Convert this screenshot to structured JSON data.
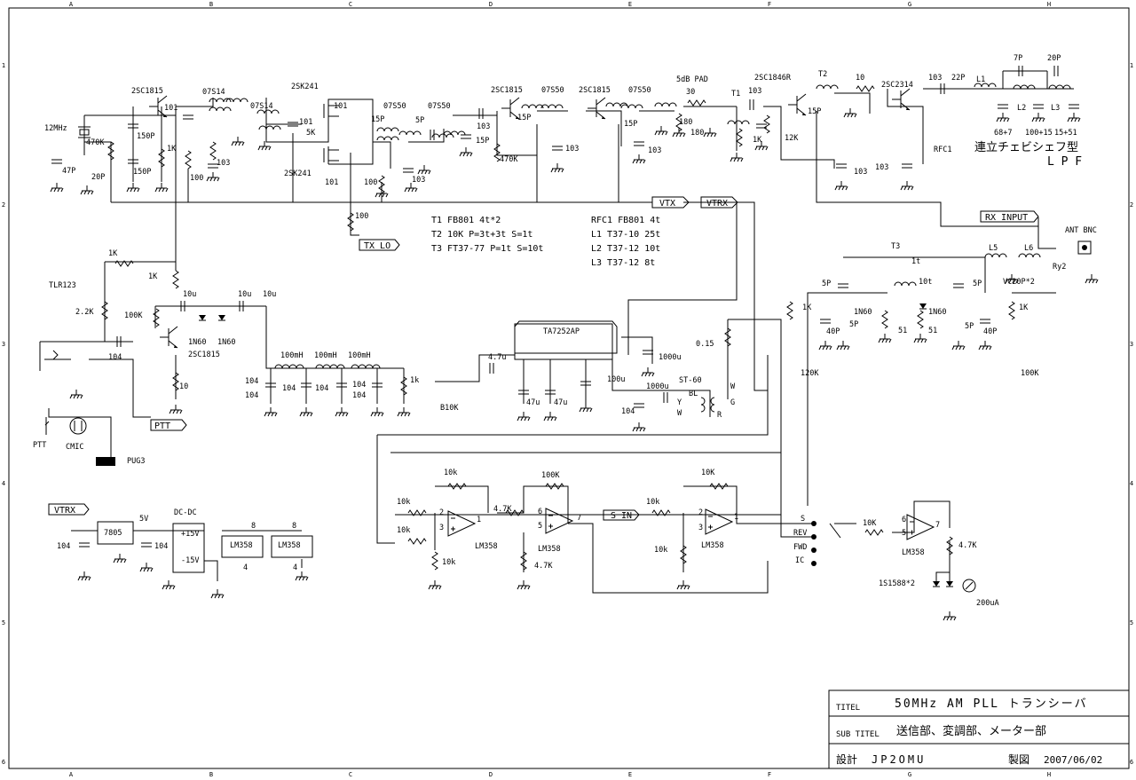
{
  "border": {
    "cols": [
      "A",
      "B",
      "C",
      "D",
      "E",
      "F",
      "G",
      "H"
    ],
    "rows": [
      "1",
      "2",
      "3",
      "4",
      "5",
      "6"
    ]
  },
  "title_block": {
    "title_label": "TITEL",
    "title": "50MHz AM PLL トランシーバ",
    "subtitle_label": "SUB TITEL",
    "subtitle": "送信部、変調部、メーター部",
    "design_label": "設計",
    "designer": "JP2OMU",
    "drawn_label": "製図",
    "date": "2007/06/02"
  },
  "nets": {
    "vtx": "VTX",
    "vtrx": "VTRX",
    "vtrx2": "VTRX",
    "tx_lo": "TX LO",
    "ptt": "PTT",
    "rx_input": "RX INPUT",
    "s_in": "S IN"
  },
  "coil_table": [
    {
      "name": "T1",
      "spec": "FB801 4t*2"
    },
    {
      "name": "T2",
      "spec": "10K  P=3t+3t  S=1t"
    },
    {
      "name": "T3",
      "spec": "FT37-77    P=1t S=10t"
    },
    {
      "name": "RFC1",
      "spec": "FB801 4t"
    },
    {
      "name": "L1",
      "spec": "T37-10 25t"
    },
    {
      "name": "L2",
      "spec": "T37-12  10t"
    },
    {
      "name": "L3",
      "spec": "T37-12  8t"
    }
  ],
  "lpf_note": [
    "連立チェビシェフ型",
    "L P F"
  ],
  "labels": [
    {
      "id": "xtal",
      "t": "12MHz"
    },
    {
      "id": "q1",
      "t": "2SC1815"
    },
    {
      "id": "t_0751a",
      "t": "07S14"
    },
    {
      "id": "t_0751b",
      "t": "07S14"
    },
    {
      "id": "q2",
      "t": "2SK241"
    },
    {
      "id": "q2b",
      "t": "2SK241"
    },
    {
      "id": "t_0750a",
      "t": "07S50"
    },
    {
      "id": "t_0750b",
      "t": "07S50"
    },
    {
      "id": "q3",
      "t": "2SC1815"
    },
    {
      "id": "t_0750c",
      "t": "07S50"
    },
    {
      "id": "q4",
      "t": "2SC1815"
    },
    {
      "id": "t_0750d",
      "t": "07S50"
    },
    {
      "id": "pad",
      "t": "5dB PAD"
    },
    {
      "id": "q5",
      "t": "2SC1846R"
    },
    {
      "id": "t2lbl",
      "t": "T2"
    },
    {
      "id": "q6",
      "t": "2SC2314"
    },
    {
      "id": "l1lbl",
      "t": "L1"
    },
    {
      "id": "c7p",
      "t": "7P"
    },
    {
      "id": "c20p",
      "t": "20P"
    },
    {
      "id": "r470k",
      "t": "470K"
    },
    {
      "id": "c20pa",
      "t": "20P"
    },
    {
      "id": "c47p",
      "t": "47P"
    },
    {
      "id": "c101a",
      "t": "101"
    },
    {
      "id": "c150a",
      "t": "150P"
    },
    {
      "id": "c150b",
      "t": "150P"
    },
    {
      "id": "r1ka",
      "t": "1K"
    },
    {
      "id": "r100a",
      "t": "100"
    },
    {
      "id": "c103a",
      "t": "103"
    },
    {
      "id": "c101b",
      "t": "101"
    },
    {
      "id": "c101c",
      "t": "101"
    },
    {
      "id": "r5k",
      "t": "5K"
    },
    {
      "id": "c101d",
      "t": "101"
    },
    {
      "id": "c15pa",
      "t": "15P"
    },
    {
      "id": "c5p",
      "t": "5P"
    },
    {
      "id": "r100b",
      "t": "100"
    },
    {
      "id": "c103b",
      "t": "103"
    },
    {
      "id": "r100c",
      "t": "100"
    },
    {
      "id": "c103c",
      "t": "103"
    },
    {
      "id": "c15pb",
      "t": "15P"
    },
    {
      "id": "r470kb",
      "t": "470K"
    },
    {
      "id": "c15pc",
      "t": "15P"
    },
    {
      "id": "c103d",
      "t": "103"
    },
    {
      "id": "c15pd",
      "t": "15P"
    },
    {
      "id": "c103e",
      "t": "103"
    },
    {
      "id": "r30",
      "t": "30"
    },
    {
      "id": "r180a",
      "t": "180"
    },
    {
      "id": "r180b",
      "t": "180"
    },
    {
      "id": "t1lbl",
      "t": "T1"
    },
    {
      "id": "c103f",
      "t": "103"
    },
    {
      "id": "r1kb",
      "t": "1K"
    },
    {
      "id": "r12k",
      "t": "12K"
    },
    {
      "id": "c15pe",
      "t": "15P"
    },
    {
      "id": "c103g",
      "t": "103"
    },
    {
      "id": "r10",
      "t": "10"
    },
    {
      "id": "c103h",
      "t": "103"
    },
    {
      "id": "c103i",
      "t": "103"
    },
    {
      "id": "c22p",
      "t": "22P"
    },
    {
      "id": "rfc1",
      "t": "RFC1"
    },
    {
      "id": "l2lbl",
      "t": "L2"
    },
    {
      "id": "l3lbl",
      "t": "L3"
    },
    {
      "id": "c68",
      "t": "68+7"
    },
    {
      "id": "c100",
      "t": "100+15"
    },
    {
      "id": "c15",
      "t": "15+51"
    },
    {
      "id": "tlr",
      "t": "TLR123"
    },
    {
      "id": "r1kc",
      "t": "1K"
    },
    {
      "id": "r1kd",
      "t": "1K"
    },
    {
      "id": "r22k",
      "t": "2.2K"
    },
    {
      "id": "r100k",
      "t": "100K"
    },
    {
      "id": "c10ua",
      "t": "10u"
    },
    {
      "id": "c10ub",
      "t": "10u"
    },
    {
      "id": "c10uc",
      "t": "10u"
    },
    {
      "id": "d1n60a",
      "t": "1N60"
    },
    {
      "id": "d1n60b",
      "t": "1N60"
    },
    {
      "id": "q7",
      "t": "2SC1815"
    },
    {
      "id": "c104a",
      "t": "104"
    },
    {
      "id": "r10b",
      "t": "10"
    },
    {
      "id": "ptt",
      "t": "PTT"
    },
    {
      "id": "cmic",
      "t": "CMIC"
    },
    {
      "id": "plug",
      "t": "PUG3"
    },
    {
      "id": "l100a",
      "t": "100mH"
    },
    {
      "id": "l100b",
      "t": "100mH"
    },
    {
      "id": "l100c",
      "t": "100mH"
    },
    {
      "id": "c104b",
      "t": "104"
    },
    {
      "id": "c104c",
      "t": "104"
    },
    {
      "id": "c104d",
      "t": "104"
    },
    {
      "id": "c104e",
      "t": "104"
    },
    {
      "id": "c104f",
      "t": "104"
    },
    {
      "id": "c104g",
      "t": "104"
    },
    {
      "id": "r1ke",
      "t": "1k"
    },
    {
      "id": "vr10k",
      "t": "B10K"
    },
    {
      "id": "c47u",
      "t": "4.7u"
    },
    {
      "id": "ta",
      "t": "TA7252AP"
    },
    {
      "id": "c47ua",
      "t": "47u"
    },
    {
      "id": "c47ub",
      "t": "47u"
    },
    {
      "id": "c100u",
      "t": "100u"
    },
    {
      "id": "c1000ua",
      "t": "1000u"
    },
    {
      "id": "c1000ub",
      "t": "1000u"
    },
    {
      "id": "c104h",
      "t": "104"
    },
    {
      "id": "r015",
      "t": "0.15"
    },
    {
      "id": "st60",
      "t": "ST-60"
    },
    {
      "id": "wB",
      "t": "BL"
    },
    {
      "id": "wY",
      "t": "Y"
    },
    {
      "id": "wW1",
      "t": "W"
    },
    {
      "id": "wW2",
      "t": "W"
    },
    {
      "id": "wG",
      "t": "G"
    },
    {
      "id": "wR",
      "t": "R"
    },
    {
      "id": "rxant",
      "t": "ANT BNC"
    },
    {
      "id": "ry2",
      "t": "Ry2"
    },
    {
      "id": "t3lbl",
      "t": "T3"
    },
    {
      "id": "l5",
      "t": "L5"
    },
    {
      "id": "l6",
      "t": "L6"
    },
    {
      "id": "vc20",
      "t": "VC20P*2"
    },
    {
      "id": "c1t",
      "t": "1t"
    },
    {
      "id": "c10t",
      "t": "10t"
    },
    {
      "id": "c5pa",
      "t": "5P"
    },
    {
      "id": "c5pb",
      "t": "5P"
    },
    {
      "id": "c5pc",
      "t": "5P"
    },
    {
      "id": "c5pd",
      "t": "5P"
    },
    {
      "id": "c40pa",
      "t": "40P"
    },
    {
      "id": "c40pb",
      "t": "40P"
    },
    {
      "id": "d1n60c",
      "t": "1N60"
    },
    {
      "id": "d1n60d",
      "t": "1N60"
    },
    {
      "id": "r51a",
      "t": "51"
    },
    {
      "id": "r51b",
      "t": "51"
    },
    {
      "id": "r1kf",
      "t": "1K"
    },
    {
      "id": "r1kg",
      "t": "1K"
    },
    {
      "id": "r120k",
      "t": "120K"
    },
    {
      "id": "r100kb",
      "t": "100K"
    },
    {
      "id": "r10ka",
      "t": "10k"
    },
    {
      "id": "r10kb",
      "t": "10k"
    },
    {
      "id": "r10kc",
      "t": "10k"
    },
    {
      "id": "r10kd",
      "t": "10k"
    },
    {
      "id": "r47ka",
      "t": "4.7K"
    },
    {
      "id": "r100kc",
      "t": "100K"
    },
    {
      "id": "r47kb",
      "t": "4.7K"
    },
    {
      "id": "lm1",
      "t": "LM358"
    },
    {
      "id": "lm2",
      "t": "LM358"
    },
    {
      "id": "r10ke",
      "t": "10k"
    },
    {
      "id": "r10kf",
      "t": "10K"
    },
    {
      "id": "r10kg",
      "t": "10k"
    },
    {
      "id": "lm3",
      "t": "LM358"
    },
    {
      "id": "swS",
      "t": "S"
    },
    {
      "id": "swREV",
      "t": "REV"
    },
    {
      "id": "swFWD",
      "t": "FWD"
    },
    {
      "id": "swIC",
      "t": "IC"
    },
    {
      "id": "r10kh",
      "t": "10K"
    },
    {
      "id": "lm4",
      "t": "LM358"
    },
    {
      "id": "r47kc",
      "t": "4.7K"
    },
    {
      "id": "d1s1588",
      "t": "1S1588*2"
    },
    {
      "id": "m200",
      "t": "200uA"
    },
    {
      "id": "c104i",
      "t": "104"
    },
    {
      "id": "reg",
      "t": "7805"
    },
    {
      "id": "v5",
      "t": "5V"
    },
    {
      "id": "c104j",
      "t": "104"
    },
    {
      "id": "dcdc",
      "t": "DC-DC"
    },
    {
      "id": "p15",
      "t": "+15V"
    },
    {
      "id": "m15",
      "t": "-15V"
    },
    {
      "id": "lm5",
      "t": "LM358"
    },
    {
      "id": "lm6",
      "t": "LM358"
    },
    {
      "id": "pin8a",
      "t": "8"
    },
    {
      "id": "pin8b",
      "t": "8"
    },
    {
      "id": "pin4a",
      "t": "4"
    },
    {
      "id": "pin4b",
      "t": "4"
    },
    {
      "id": "op1p1",
      "t": "1"
    },
    {
      "id": "op1p2",
      "t": "2"
    },
    {
      "id": "op1p3",
      "t": "3"
    },
    {
      "id": "op2p5",
      "t": "5"
    },
    {
      "id": "op2p6",
      "t": "6"
    },
    {
      "id": "op2p7",
      "t": "7"
    },
    {
      "id": "op3p1",
      "t": "1"
    },
    {
      "id": "op3p2",
      "t": "2"
    },
    {
      "id": "op3p3",
      "t": "3"
    },
    {
      "id": "op4p5",
      "t": "5"
    },
    {
      "id": "op4p6",
      "t": "6"
    },
    {
      "id": "op4p7",
      "t": "7"
    }
  ]
}
